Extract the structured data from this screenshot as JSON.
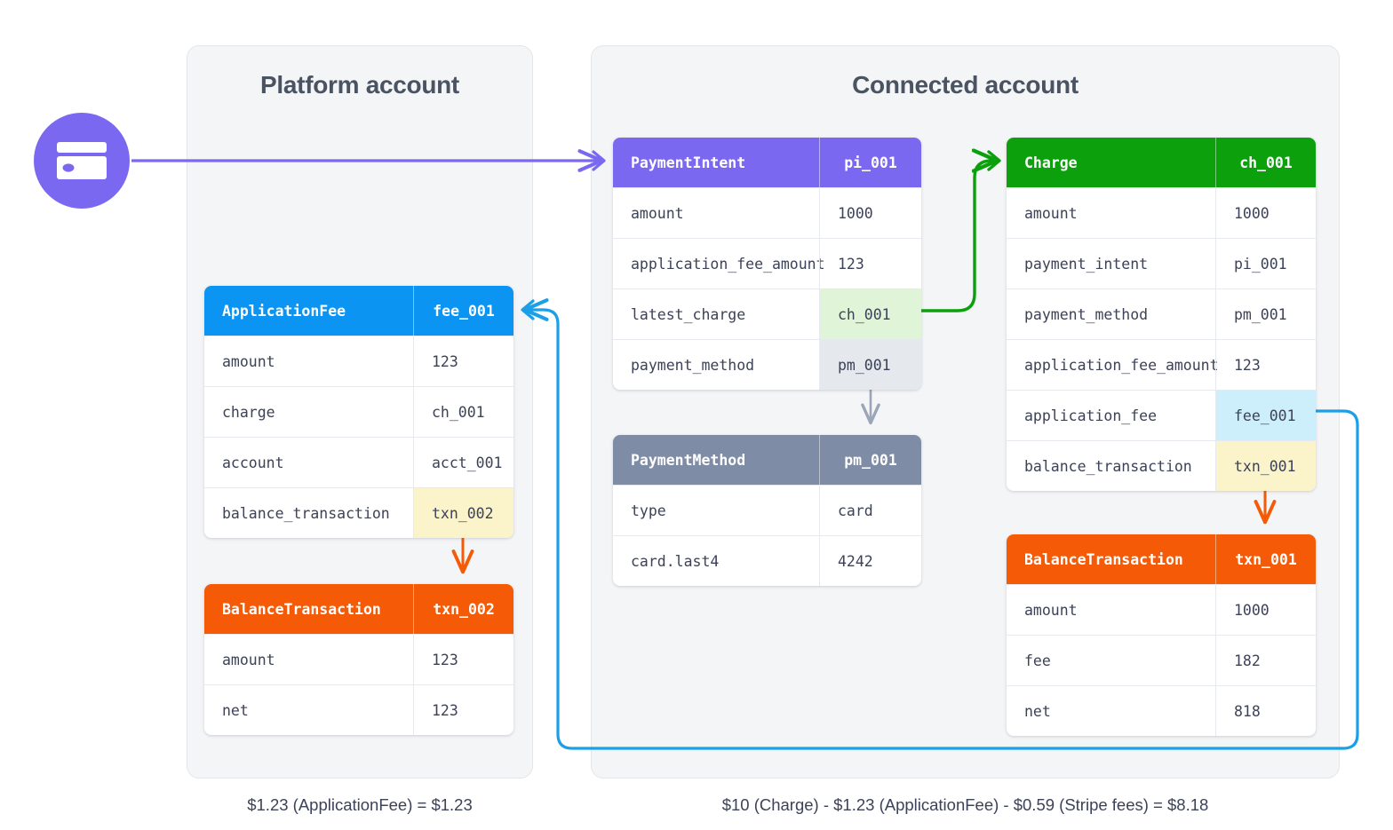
{
  "colors": {
    "panel_bg": "#f4f5f7",
    "panel_border": "#e3e6ea",
    "blue": "#0b94f2",
    "orange": "#f55b07",
    "purple": "#7a69f0",
    "slate": "#7e8ca5",
    "green": "#0ca00c",
    "highlight_yellow": "#fbf3c9",
    "highlight_green": "#e0f5d8",
    "highlight_blue": "#cdeffb",
    "highlight_grey": "#e5e8ed",
    "text": "#3c4257",
    "title": "#4a5362"
  },
  "panels": {
    "platform": {
      "title": "Platform account",
      "caption": "$1.23 (ApplicationFee) = $1.23"
    },
    "connected": {
      "title": "Connected account",
      "caption": "$10 (Charge) - $1.23 (ApplicationFee) - $0.59 (Stripe fees) = $8.18"
    }
  },
  "icons": {
    "card": "credit-card-icon"
  },
  "tables": {
    "application_fee": {
      "header": {
        "name": "ApplicationFee",
        "id": "fee_001"
      },
      "accent": "#0b94f2",
      "rows": [
        {
          "key": "amount",
          "value": "123",
          "highlight": ""
        },
        {
          "key": "charge",
          "value": "ch_001",
          "highlight": ""
        },
        {
          "key": "account",
          "value": "acct_001",
          "highlight": ""
        },
        {
          "key": "balance_transaction",
          "value": "txn_002",
          "highlight": "yellow"
        }
      ]
    },
    "platform_balance_transaction": {
      "header": {
        "name": "BalanceTransaction",
        "id": "txn_002"
      },
      "accent": "#f55b07",
      "rows": [
        {
          "key": "amount",
          "value": "123",
          "highlight": ""
        },
        {
          "key": "net",
          "value": "123",
          "highlight": ""
        }
      ]
    },
    "payment_intent": {
      "header": {
        "name": "PaymentIntent",
        "id": "pi_001"
      },
      "accent": "#7a69f0",
      "rows": [
        {
          "key": "amount",
          "value": "1000",
          "highlight": ""
        },
        {
          "key": "application_fee_amount",
          "value": "123",
          "highlight": ""
        },
        {
          "key": "latest_charge",
          "value": "ch_001",
          "highlight": "green"
        },
        {
          "key": "payment_method",
          "value": "pm_001",
          "highlight": "grey"
        }
      ]
    },
    "payment_method": {
      "header": {
        "name": "PaymentMethod",
        "id": "pm_001"
      },
      "accent": "#7e8ca5",
      "rows": [
        {
          "key": "type",
          "value": "card",
          "highlight": ""
        },
        {
          "key": "card.last4",
          "value": "4242",
          "highlight": ""
        }
      ]
    },
    "charge": {
      "header": {
        "name": "Charge",
        "id": "ch_001"
      },
      "accent": "#0ca00c",
      "rows": [
        {
          "key": "amount",
          "value": "1000",
          "highlight": ""
        },
        {
          "key": "payment_intent",
          "value": "pi_001",
          "highlight": ""
        },
        {
          "key": "payment_method",
          "value": "pm_001",
          "highlight": ""
        },
        {
          "key": "application_fee_amount",
          "value": "123",
          "highlight": ""
        },
        {
          "key": "application_fee",
          "value": "fee_001",
          "highlight": "blue"
        },
        {
          "key": "balance_transaction",
          "value": "txn_001",
          "highlight": "yellow"
        }
      ]
    },
    "connected_balance_transaction": {
      "header": {
        "name": "BalanceTransaction",
        "id": "txn_001"
      },
      "accent": "#f55b07",
      "rows": [
        {
          "key": "amount",
          "value": "1000",
          "highlight": ""
        },
        {
          "key": "fee",
          "value": "182",
          "highlight": ""
        },
        {
          "key": "net",
          "value": "818",
          "highlight": ""
        }
      ]
    }
  },
  "connectors": [
    {
      "name": "card-to-payment-intent",
      "color": "#7a69f0"
    },
    {
      "name": "latest-charge-to-charge",
      "color": "#0ca00c"
    },
    {
      "name": "payment-intent-to-payment-method",
      "color": "#9aa5b8"
    },
    {
      "name": "charge-to-connected-balance-transaction",
      "color": "#f55b07"
    },
    {
      "name": "application-fee-to-platform-balance-transaction",
      "color": "#f55b07"
    },
    {
      "name": "charge-application-fee-to-application-fee",
      "color": "#1ba0e8"
    }
  ]
}
